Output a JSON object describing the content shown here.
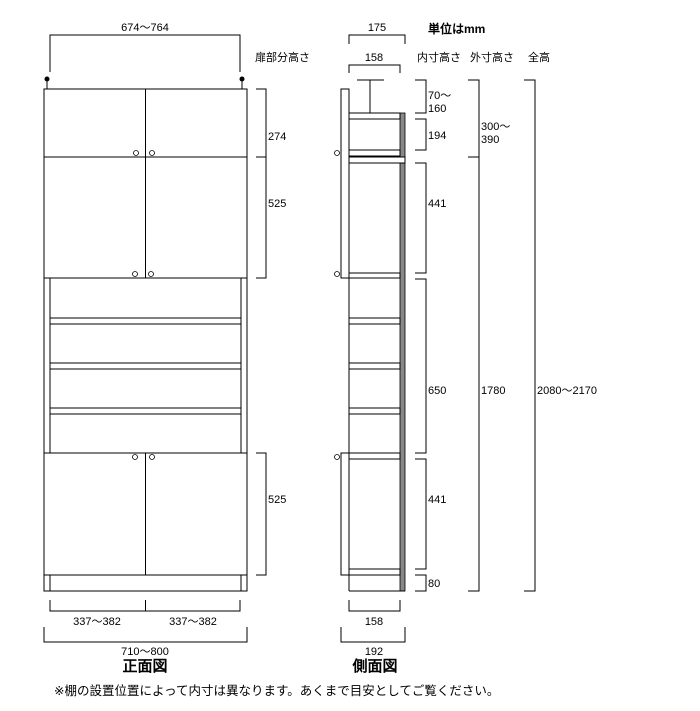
{
  "unit_label": "単位はmm",
  "headers": {
    "door_height": "扉部分高さ",
    "inner_height": "内寸高さ",
    "outer_height": "外寸高さ",
    "total_height": "全高"
  },
  "front": {
    "caption": "正面図",
    "top_width": "674〜764",
    "door_top": "274",
    "door_upper": "525",
    "door_lower": "525",
    "door_width_left": "337〜382",
    "door_width_right": "337〜382",
    "total_width": "710〜800"
  },
  "side": {
    "caption": "側面図",
    "depth_top": "175",
    "inner_depth_top": "158",
    "inner_depth_bottom": "158",
    "total_depth": "192",
    "inner": [
      "70〜",
      "160",
      "194",
      "441",
      "650",
      "441",
      "80"
    ],
    "outer": [
      "300〜",
      "390",
      "1780"
    ],
    "total": "2080〜2170"
  },
  "note": "※棚の設置位置によって内寸は異なります。あくまで目安としてご覧ください。"
}
